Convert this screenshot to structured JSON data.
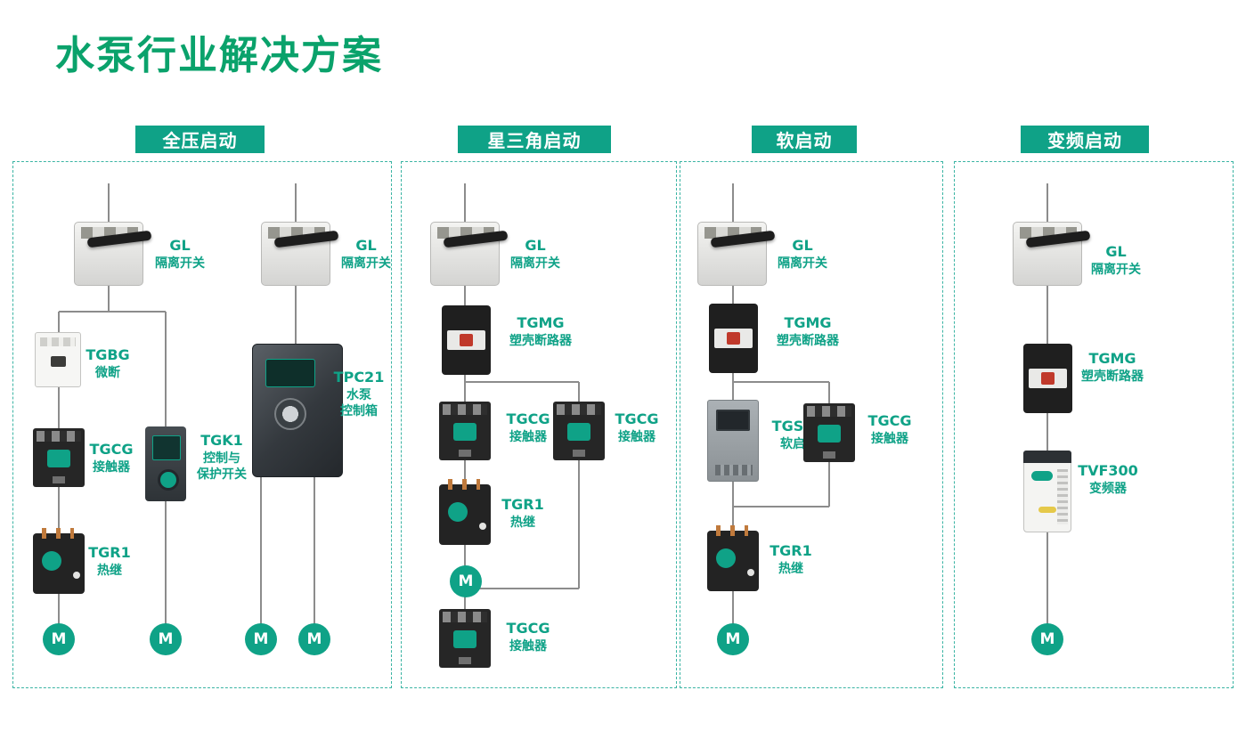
{
  "title": "水泵行业解决方案",
  "motor_label": "M",
  "colors": {
    "title_green": "#0aa26b",
    "accent_teal": "#0fa287",
    "panel_border": "#3ab4a3",
    "wire_gray": "#8c8c8c"
  },
  "panels": {
    "p1": {
      "header": "全压启动",
      "gl_left": {
        "model": "GL",
        "desc": "隔离开关"
      },
      "gl_right": {
        "model": "GL",
        "desc": "隔离开关"
      },
      "tgbg": {
        "model": "TGBG",
        "desc": "微断"
      },
      "tgcg": {
        "model": "TGCG",
        "desc": "接触器"
      },
      "tgr1": {
        "model": "TGR1",
        "desc": "热继"
      },
      "tgk1": {
        "model": "TGK1",
        "desc1": "控制与",
        "desc2": "保护开关"
      },
      "tpc21": {
        "model": "TPC21",
        "desc1": "水泵",
        "desc2": "控制箱"
      }
    },
    "p2": {
      "header": "星三角启动",
      "gl": {
        "model": "GL",
        "desc": "隔离开关"
      },
      "tgmg": {
        "model": "TGMG",
        "desc": "塑壳断路器"
      },
      "tgcg_left": {
        "model": "TGCG",
        "desc": "接触器"
      },
      "tgcg_right": {
        "model": "TGCG",
        "desc": "接触器"
      },
      "tgr1": {
        "model": "TGR1",
        "desc": "热继"
      },
      "tgcg_bottom": {
        "model": "TGCG",
        "desc": "接触器"
      }
    },
    "p3": {
      "header": "软启动",
      "gl": {
        "model": "GL",
        "desc": "隔离开关"
      },
      "tgmg": {
        "model": "TGMG",
        "desc": "塑壳断路器"
      },
      "tgs3": {
        "model": "TGS3",
        "desc": "软启"
      },
      "tgcg": {
        "model": "TGCG",
        "desc": "接触器"
      },
      "tgr1": {
        "model": "TGR1",
        "desc": "热继"
      }
    },
    "p4": {
      "header": "变频启动",
      "gl": {
        "model": "GL",
        "desc": "隔离开关"
      },
      "tgmg": {
        "model": "TGMG",
        "desc": "塑壳断路器"
      },
      "tvf300": {
        "model": "TVF300",
        "desc": "变频器"
      }
    }
  }
}
